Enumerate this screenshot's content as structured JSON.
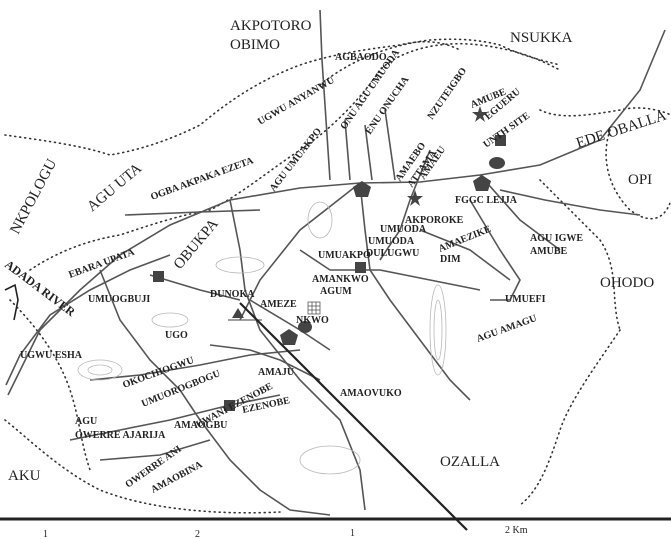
{
  "regions": {
    "akpotoro_obimo": [
      "AKPOTORO",
      "OBIMO"
    ],
    "nsukka": "NSUKKA",
    "ede_oballa": "EDE OBALLA",
    "opi": "OPI",
    "ohodo": "OHODO",
    "ozalla": "OZALLA",
    "aku": "AKU",
    "nkpologu": "NKPOLOGU",
    "agu_uta": "AGU UTA",
    "obukpa": "OBUKPA",
    "adada_river": "ADADA RIVER"
  },
  "places": {
    "agbaodo": "AGBAODO",
    "ugwu_anyanwu": "UGWU ANYANWU",
    "ogba_akpaka_ezeta": "OGBA AKPAKA EZETA",
    "agu_umuakpo": "AGU UMUAKPO",
    "onu_agu_umuoda": "ONU AGU UMUODA",
    "enu_onucha": "ENU ONUCHA",
    "nzuteigbo": "NZUTEIGBO",
    "amube": "AMUBE",
    "egueru": "EGUERU",
    "unth_site": "UNTH SITE",
    "amaebo": "AMAEBO",
    "attama": "ATTAMA",
    "amaeu": "AMAEU",
    "fggc_lejja": "FGGC LEJJA",
    "akporoke": "AKPOROKE",
    "umuoda": "UMUODA",
    "amaezike_dim": [
      "AMAEZIKE",
      "DIM"
    ],
    "agu_igwe_amube": [
      "AGU IGWE",
      "AMUBE"
    ],
    "umuakpo": "UMUAKPO",
    "umuoda_dulugwu": [
      "UMUODA",
      "DULUGWU"
    ],
    "amankwo_agum": [
      "AMANKWO",
      "AGUM"
    ],
    "ebara_upata": "EBARA UPATA",
    "umuogbuji": "UMUOGBUJI",
    "dunoka": "DUNOKA",
    "ameze": "AMEZE",
    "nkwo": "NKWO",
    "umuefi": "UMUEFI",
    "agu_amagu": "AGU AMAGU",
    "ugo": "UGO",
    "ugwu_esha": "UGWU ESHA",
    "okochiogwu": "OKOCHIOGWU",
    "umuorogbogu": "UMUOROGBOGU",
    "amaju": "AMAJU",
    "amaovuko": "AMAOVUKO",
    "uwani_ezenobe": "UWANI EZENOBE",
    "ezenobe": "EZENOBE",
    "agu_owerre_ajarija": [
      "AGU",
      "OWERRE AJARIJA"
    ],
    "amaogbu": "AMAOGBU",
    "owerre_ani": "OWERRE ANI",
    "amaobina": "AMAOBINA"
  },
  "scale": {
    "ticks": [
      "1",
      "2",
      "1"
    ],
    "end_label": "2 Km"
  },
  "colors": {
    "ink": "#222222",
    "symbol": "#444444",
    "contour": "#b8b8b8"
  },
  "symbols": {
    "square": "square-icon",
    "pentagon": "pentagon-icon",
    "star": "star-icon",
    "ellipse": "ellipse-icon",
    "grid": "grid-icon",
    "triangle": "triangle-icon"
  }
}
